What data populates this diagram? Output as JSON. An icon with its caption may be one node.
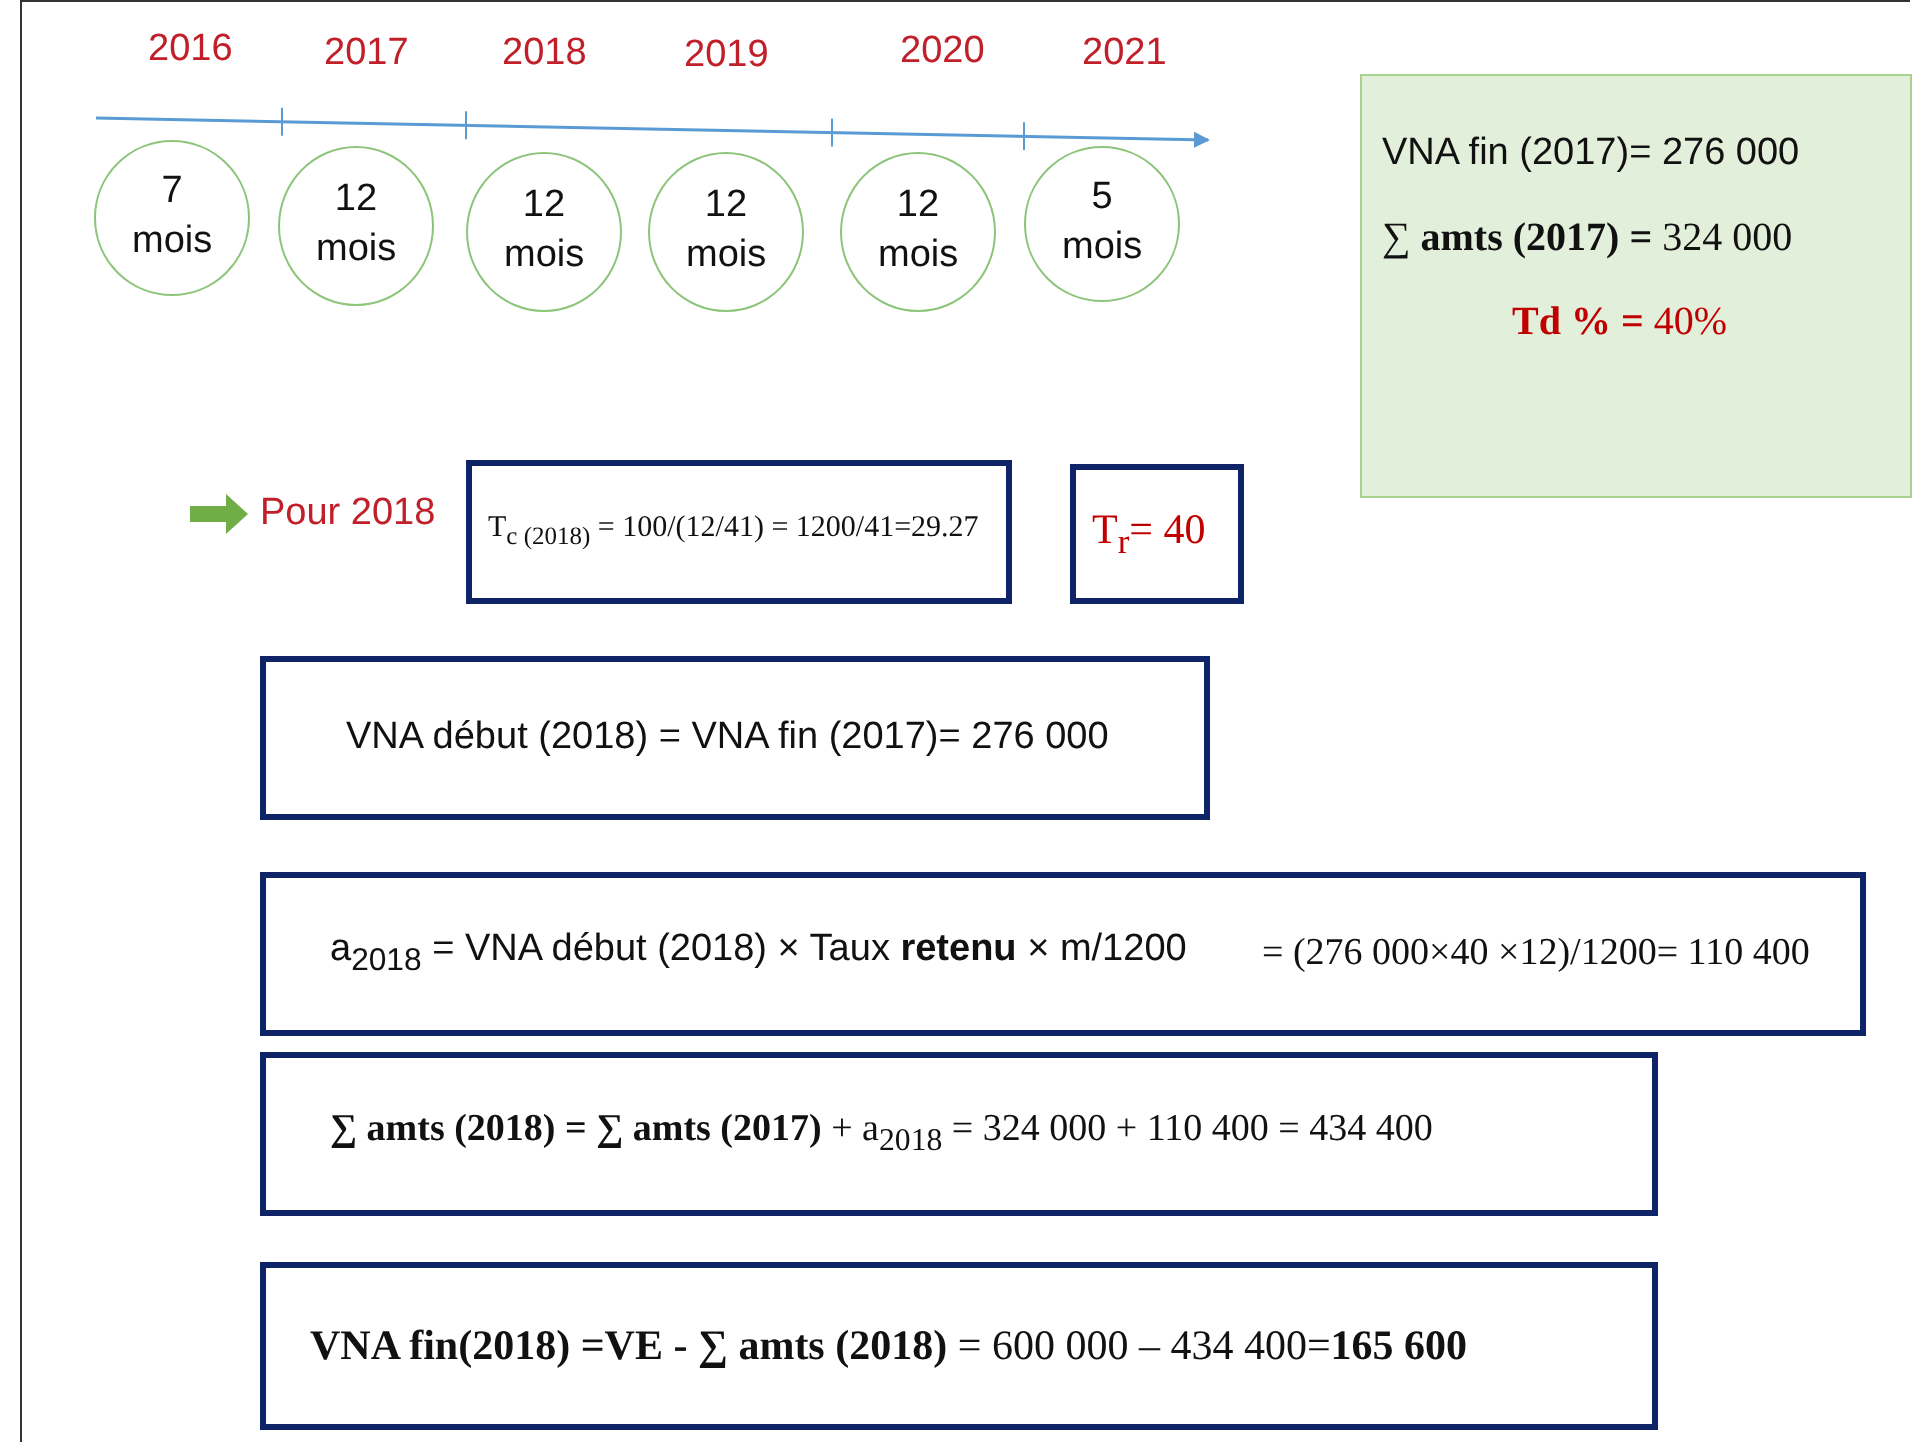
{
  "diagram": {
    "nodes": [
      {
        "text": [
          "7 mois"
        ]
      },
      {
        "text": [
          "12 mois"
        ]
      },
      {
        "text": [
          "12 mois"
        ]
      },
      {
        "text": [
          "12 mois"
        ]
      },
      {
        "text": [
          "12 mois"
        ]
      },
      {
        "text": [
          "5 mois"
        ]
      },
      {
        "text": [
          "VNA fin (2017)= 276 000",
          "∑ **amts (2017) =** 324 000",
          "**Td % =** 40%"
        ]
      },
      {
        "text": [
          "T$_{c (2018)}$ = 100/(12/41) = 1200/41=29.27"
        ]
      },
      {
        "text": [
          "T$_{r}$= 40"
        ]
      },
      {
        "text": [
          "VNA début (2018) =      VNA fin (2017)= 276 000"
        ]
      },
      {
        "text": [
          "a$_{2018}$ = VNA  début (2018) × Taux **retenu** × m/1200",
          "= (276 000×40 ×12)/1200= 110 400"
        ]
      },
      {
        "text": [
          "**∑ amts (2018) =**  **∑ amts (2017)** + a$_{2018}$ =  324 000 + 110 400 = 434 400"
        ]
      },
      {
        "text": [
          "**VNA fin(2018)** **=VE - ∑ amts** **(2018)**  = 600 000 – 434 400=**165 600**"
        ]
      }
    ],
    "labels": [
      "2016",
      "2017",
      "2018",
      "2019",
      "2020",
      "2021",
      "Pour 2018"
    ]
  }
}
